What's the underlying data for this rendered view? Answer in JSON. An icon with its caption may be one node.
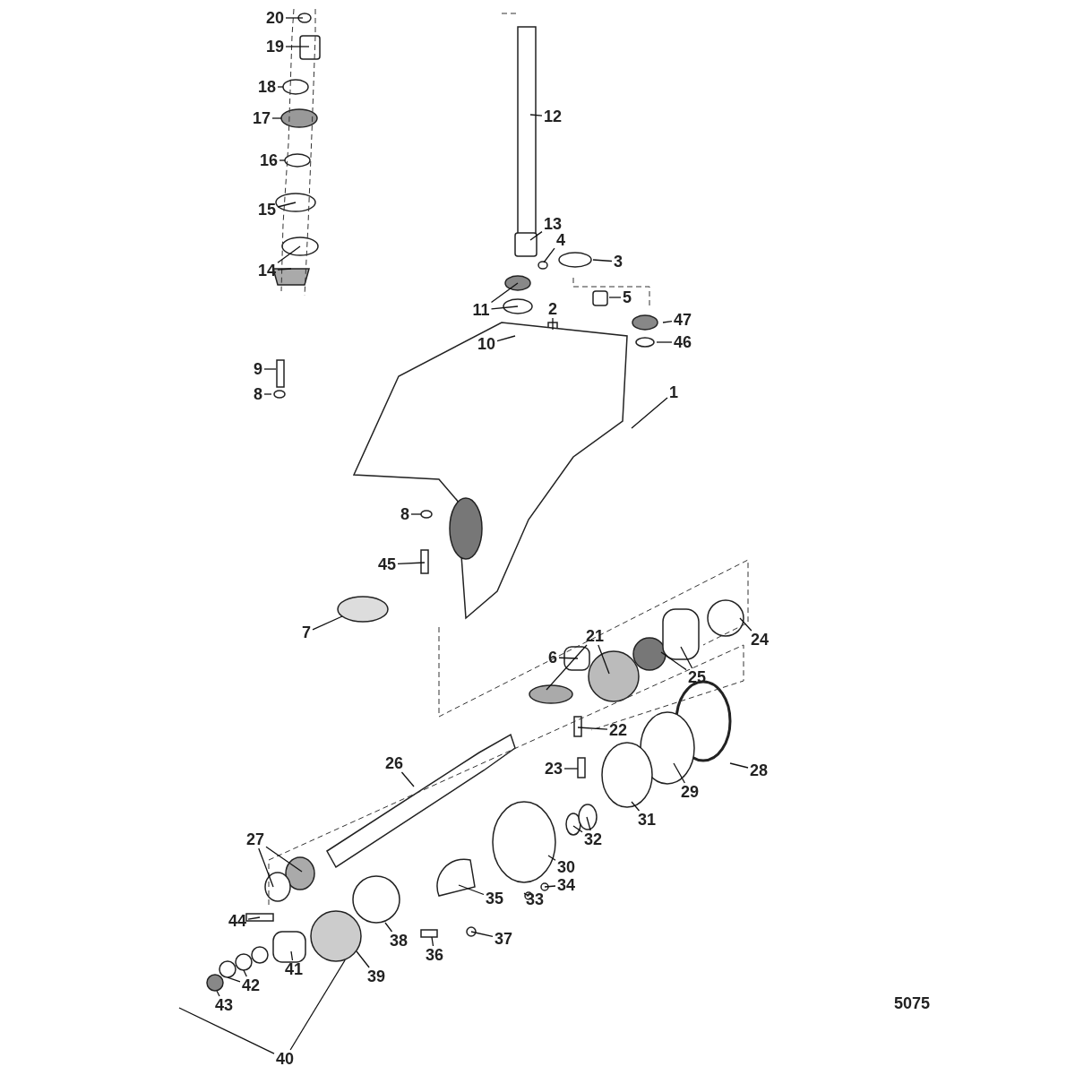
{
  "diagram": {
    "nodes": [
      {
        "text": [
          "20"
        ]
      },
      {
        "text": [
          "19"
        ]
      },
      {
        "text": [
          "18"
        ]
      },
      {
        "text": [
          "12"
        ]
      },
      {
        "text": [
          "17"
        ]
      },
      {
        "text": [
          "16"
        ]
      },
      {
        "text": [
          "15"
        ]
      },
      {
        "text": [
          "13"
        ]
      },
      {
        "text": [
          "4"
        ]
      },
      {
        "text": [
          "3"
        ]
      },
      {
        "text": [
          "14"
        ]
      },
      {
        "text": [
          "5"
        ]
      },
      {
        "text": [
          "11"
        ]
      },
      {
        "text": [
          "2"
        ]
      },
      {
        "text": [
          "47"
        ]
      },
      {
        "text": [
          "10"
        ]
      },
      {
        "text": [
          "46"
        ]
      },
      {
        "text": [
          "9"
        ]
      },
      {
        "text": [
          "1"
        ]
      },
      {
        "text": [
          "8"
        ]
      },
      {
        "text": [
          "8"
        ]
      },
      {
        "text": [
          "45"
        ]
      },
      {
        "text": [
          "7"
        ]
      },
      {
        "text": [
          "21"
        ]
      },
      {
        "text": [
          "24"
        ]
      },
      {
        "text": [
          "6"
        ]
      },
      {
        "text": [
          "25"
        ]
      },
      {
        "text": [
          "22"
        ]
      },
      {
        "text": [
          "26"
        ]
      },
      {
        "text": [
          "23"
        ]
      },
      {
        "text": [
          "28"
        ]
      },
      {
        "text": [
          "29"
        ]
      },
      {
        "text": [
          "31"
        ]
      },
      {
        "text": [
          "27"
        ]
      },
      {
        "text": [
          "32"
        ]
      },
      {
        "text": [
          "30"
        ]
      },
      {
        "text": [
          "34"
        ]
      },
      {
        "text": [
          "33"
        ]
      },
      {
        "text": [
          "35"
        ]
      },
      {
        "text": [
          "37"
        ]
      },
      {
        "text": [
          "44"
        ]
      },
      {
        "text": [
          "38"
        ]
      },
      {
        "text": [
          "36"
        ]
      },
      {
        "text": [
          "39"
        ]
      },
      {
        "text": [
          "41"
        ]
      },
      {
        "text": [
          "42"
        ]
      },
      {
        "text": [
          "43"
        ]
      },
      {
        "text": [
          "40"
        ]
      }
    ],
    "edges": [
      {
        "from": 0,
        "to": null,
        "arrow": "none"
      },
      {
        "from": 1,
        "to": null,
        "arrow": "none"
      },
      {
        "from": 2,
        "to": null,
        "arrow": "none"
      },
      {
        "from": 3,
        "to": null,
        "arrow": "none"
      },
      {
        "from": 4,
        "to": null,
        "arrow": "none"
      },
      {
        "from": 5,
        "to": null,
        "arrow": "none"
      },
      {
        "from": 6,
        "to": null,
        "arrow": "none"
      },
      {
        "from": 7,
        "to": null,
        "arrow": "none"
      },
      {
        "from": 8,
        "to": null,
        "arrow": "none"
      },
      {
        "from": 9,
        "to": null,
        "arrow": "none"
      },
      {
        "from": 10,
        "to": null,
        "arrow": "none"
      },
      {
        "from": 10,
        "to": null,
        "arrow": "none"
      },
      {
        "from": 11,
        "to": null,
        "arrow": "none"
      },
      {
        "from": 12,
        "to": null,
        "arrow": "none"
      },
      {
        "from": 12,
        "to": null,
        "arrow": "none"
      },
      {
        "from": 13,
        "to": null,
        "arrow": "none"
      },
      {
        "from": 14,
        "to": null,
        "arrow": "none"
      },
      {
        "from": 15,
        "to": null,
        "arrow": "none"
      },
      {
        "from": 16,
        "to": null,
        "arrow": "none"
      },
      {
        "from": 17,
        "to": null,
        "arrow": "none"
      },
      {
        "from": 18,
        "to": null,
        "arrow": "none"
      },
      {
        "from": 19,
        "to": null,
        "arrow": "none"
      },
      {
        "from": 20,
        "to": null,
        "arrow": "none"
      },
      {
        "from": 21,
        "to": null,
        "arrow": "none"
      },
      {
        "from": 22,
        "to": null,
        "arrow": "none"
      },
      {
        "from": 23,
        "to": null,
        "arrow": "none"
      },
      {
        "from": 23,
        "to": null,
        "arrow": "none"
      },
      {
        "from": 24,
        "to": null,
        "arrow": "none"
      },
      {
        "from": 25,
        "to": null,
        "arrow": "none"
      },
      {
        "from": 26,
        "to": null,
        "arrow": "none"
      },
      {
        "from": 26,
        "to": null,
        "arrow": "none"
      },
      {
        "from": 27,
        "to": null,
        "arrow": "none"
      },
      {
        "from": 28,
        "to": null,
        "arrow": "none"
      },
      {
        "from": 29,
        "to": null,
        "arrow": "none"
      },
      {
        "from": 30,
        "to": null,
        "arrow": "none"
      },
      {
        "from": 31,
        "to": null,
        "arrow": "none"
      },
      {
        "from": 32,
        "to": null,
        "arrow": "none"
      },
      {
        "from": 33,
        "to": null,
        "arrow": "none"
      },
      {
        "from": 33,
        "to": null,
        "arrow": "none"
      },
      {
        "from": 34,
        "to": null,
        "arrow": "none"
      },
      {
        "from": 34,
        "to": null,
        "arrow": "none"
      },
      {
        "from": 35,
        "to": null,
        "arrow": "none"
      },
      {
        "from": 36,
        "to": null,
        "arrow": "none"
      },
      {
        "from": 37,
        "to": null,
        "arrow": "none"
      },
      {
        "from": 38,
        "to": null,
        "arrow": "none"
      },
      {
        "from": 39,
        "to": null,
        "arrow": "none"
      },
      {
        "from": 40,
        "to": null,
        "arrow": "none"
      },
      {
        "from": 41,
        "to": null,
        "arrow": "none"
      },
      {
        "from": 42,
        "to": null,
        "arrow": "none"
      },
      {
        "from": 43,
        "to": null,
        "arrow": "none"
      },
      {
        "from": 44,
        "to": null,
        "arrow": "none"
      },
      {
        "from": 45,
        "to": null,
        "arrow": "none"
      },
      {
        "from": 45,
        "to": null,
        "arrow": "none"
      },
      {
        "from": 46,
        "to": null,
        "arrow": "none"
      },
      {
        "from": 47,
        "to": null,
        "arrow": "none"
      },
      {
        "from": 47,
        "to": null,
        "arrow": "none"
      }
    ],
    "labels": [
      "5075"
    ]
  }
}
